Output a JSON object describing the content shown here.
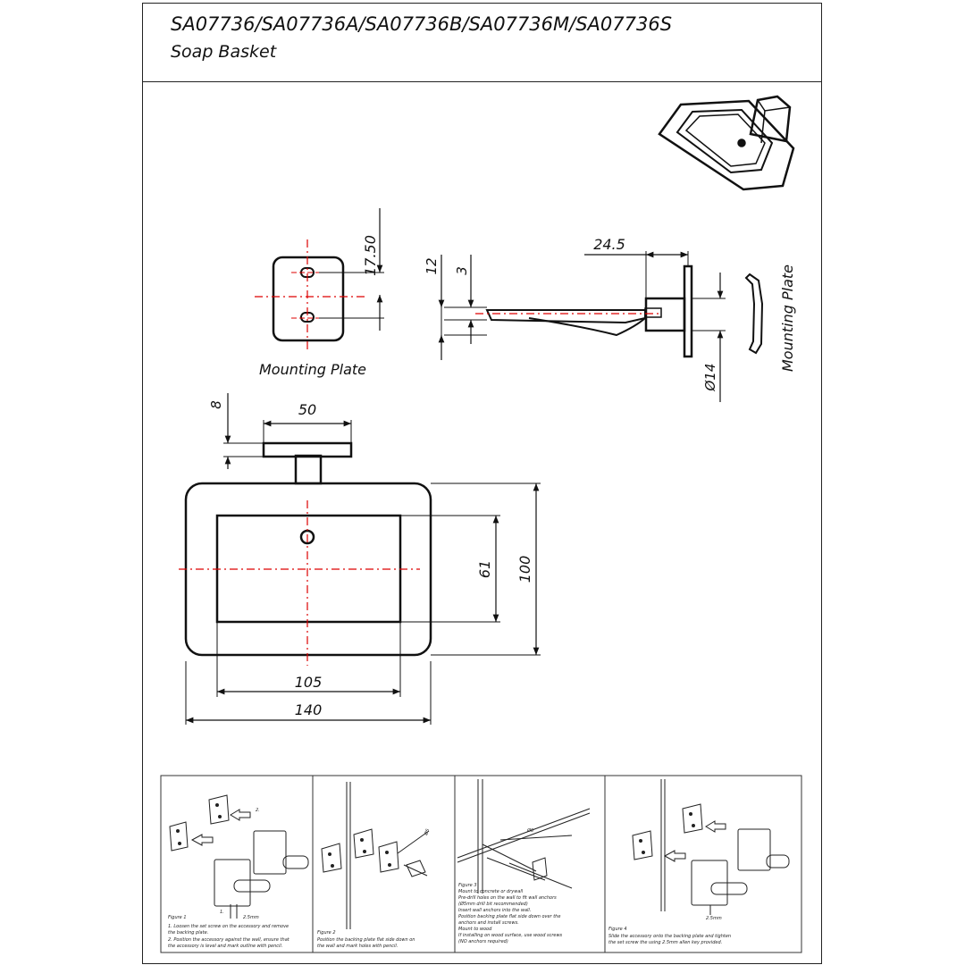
{
  "title": {
    "model_codes": "SA07736/SA07736A/SA07736B/SA07736M/SA07736S",
    "product_name": "Soap Basket"
  },
  "views": {
    "mounting_plate_label": "Mounting Plate",
    "mounting_plate_side_label": "Mounting Plate"
  },
  "dimensions": {
    "plate_hole_spacing": "17.50",
    "side_thickness": "12",
    "side_lip": "3",
    "side_projection": "24.5",
    "side_diameter": "Ø14",
    "plate_thickness": "8",
    "plate_width": "50",
    "basket_depth_outer": "100",
    "basket_depth_inner": "61",
    "basket_width_inner": "105",
    "basket_width_outer": "140"
  },
  "instructions": {
    "step1": {
      "marker": "2.",
      "caption": "Figure 1",
      "lines": [
        "1.      Loosen the set screw on the accessory and remove",
        "         the backing plate.",
        "2.      Position the accessory against the wall, ensure that",
        "         the accessory is level and mark outline with pencil."
      ],
      "tool_label": "2.5mm",
      "step_label": "1."
    },
    "step2": {
      "caption": "Figure 2",
      "lines": [
        "Position the backing plate flat side down on",
        "the wall and mark holes with pencil."
      ],
      "drill_label": "Ø5"
    },
    "step3": {
      "caption": "Figure 3",
      "lines": [
        "Mount to concrete or drywall",
        "Pre-drill holes on the wall to fit wall anchors",
        "(Ø5mm drill bit recommended)",
        "Insert wall anchors into the wall.",
        "Position backing plate flat side down over the",
        "anchors and install screws.",
        "Mount to wood",
        "If installing on wood surface, use wood screws",
        "(NO anchors required)"
      ],
      "drill_label": "Ø6"
    },
    "step4": {
      "caption": "Figure 4",
      "lines": [
        "Slide the accessory onto the backing plate and tighten",
        "the set screw the using 2.5mm allen key provided."
      ],
      "tool_label": "2.5mm"
    }
  }
}
